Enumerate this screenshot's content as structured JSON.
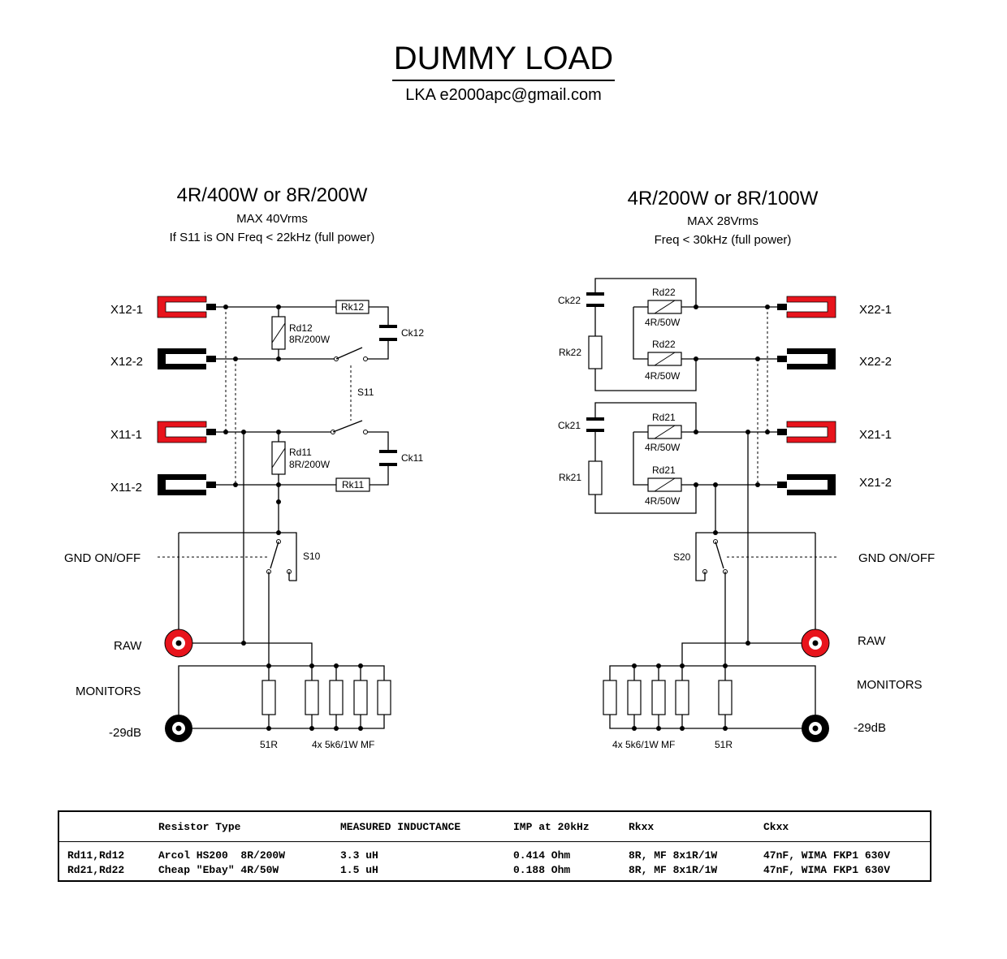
{
  "header": {
    "title": "DUMMY LOAD",
    "author": "LKA e2000apc@gmail.com"
  },
  "left_section": {
    "heading": "4R/400W or 8R/200W",
    "max": "MAX 40Vrms",
    "note": "If S11 is ON Freq < 22kHz (full power)",
    "terminals": [
      "X12-1",
      "X12-2",
      "X11-1",
      "X11-2"
    ],
    "components": {
      "rk12": "Rk12",
      "rk11": "Rk11",
      "rd12": "Rd12",
      "rd12_value": "8R/200W",
      "rd11": "Rd11",
      "rd11_value": "8R/200W",
      "ck12": "Ck12",
      "ck11": "Ck11",
      "s11": "S11",
      "s10": "S10",
      "r51": "51R",
      "r4x": "4x 5k6/1W MF"
    },
    "labels": {
      "gnd": "GND ON/OFF",
      "raw": "RAW",
      "monitors": "MONITORS",
      "db": "-29dB"
    }
  },
  "right_section": {
    "heading": "4R/200W or 8R/100W",
    "max": "MAX 28Vrms",
    "note": "Freq < 30kHz (full power)",
    "terminals": [
      "X22-1",
      "X22-2",
      "X21-1",
      "X21-2"
    ],
    "components": {
      "ck22": "Ck22",
      "rk22": "Rk22",
      "ck21": "Ck21",
      "rk21": "Rk21",
      "rd22": "Rd22",
      "rd21": "Rd21",
      "rd_value": "4R/50W",
      "s20": "S20",
      "r51": "51R",
      "r4x": "4x 5k6/1W MF"
    },
    "labels": {
      "gnd": "GND ON/OFF",
      "raw": "RAW",
      "monitors": "MONITORS",
      "db": "-29dB"
    }
  },
  "table": {
    "headers": [
      "",
      "Resistor Type",
      "MEASURED INDUCTANCE",
      "IMP at 20kHz",
      "Rkxx",
      "Ckxx"
    ],
    "rows": [
      [
        "Rd11,Rd12",
        "Arcol HS200  8R/200W",
        "3.3 uH",
        "0.414 Ohm",
        "8R, MF 8x1R/1W",
        "47nF, WIMA FKP1 630V"
      ],
      [
        "Rd21,Rd22",
        "Cheap \"Ebay\" 4R/50W",
        "1.5 uH",
        "0.188 Ohm",
        "8R, MF 8x1R/1W",
        "47nF, WIMA FKP1 630V"
      ]
    ]
  },
  "colors": {
    "red_terminal": "#e8141c",
    "black_terminal": "#000000"
  }
}
